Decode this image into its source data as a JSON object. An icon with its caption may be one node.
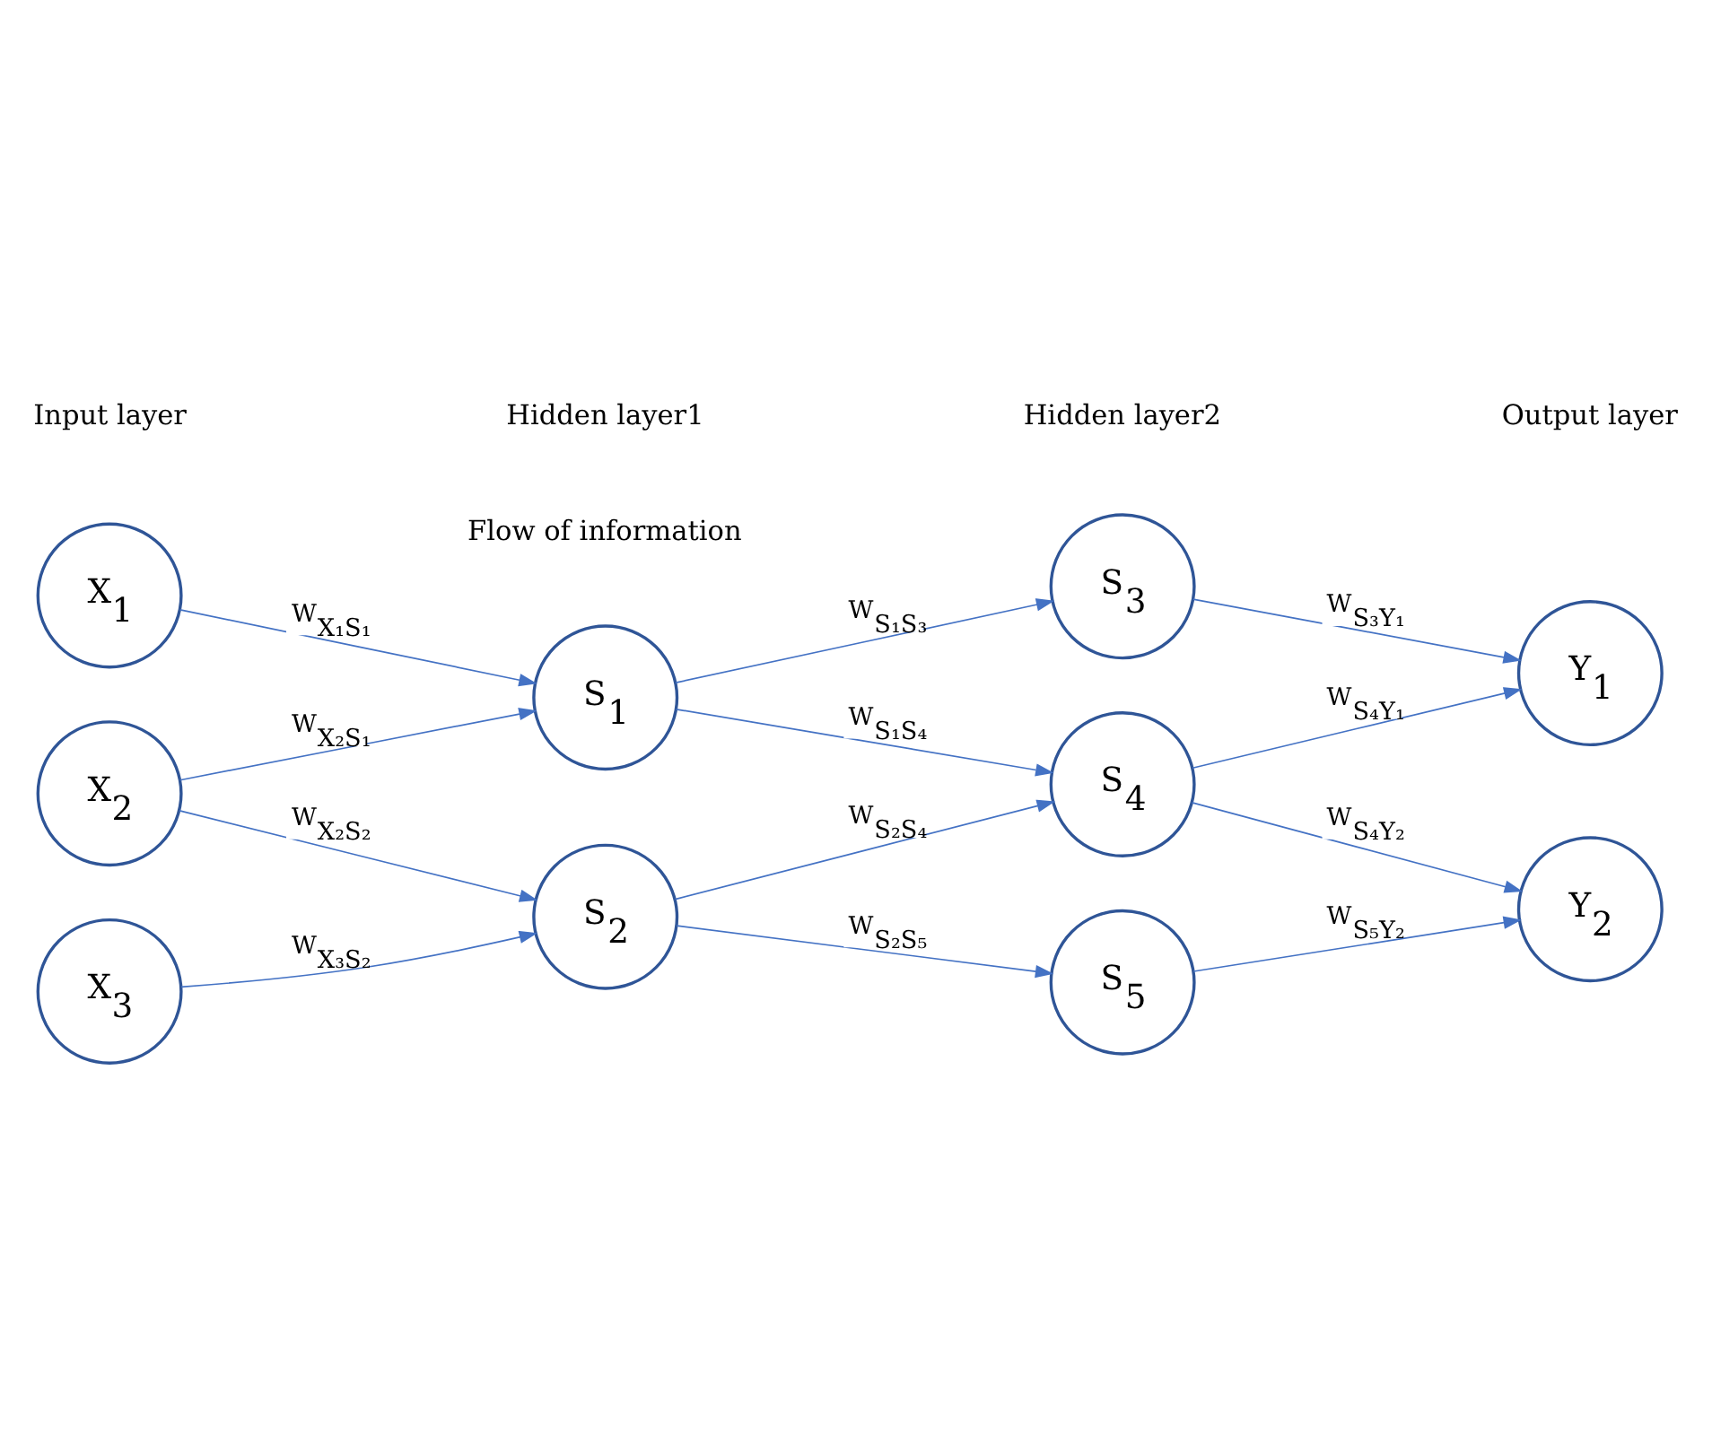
{
  "diagram": {
    "nodes": [
      {
        "text": [
          "X$_{1}$"
        ]
      },
      {
        "text": [
          "X$_{2}$"
        ]
      },
      {
        "text": [
          "X$_{3}$"
        ]
      },
      {
        "text": [
          "S$_{1}$"
        ]
      },
      {
        "text": [
          "S$_{2}$"
        ]
      },
      {
        "text": [
          "S$_{3}$"
        ]
      },
      {
        "text": [
          "S$_{4}$"
        ]
      },
      {
        "text": [
          "S$_{5}$"
        ]
      },
      {
        "text": [
          "Y$_{1}$"
        ]
      },
      {
        "text": [
          "Y$_{2}$"
        ]
      }
    ],
    "edges": [
      {
        "from": 0,
        "to": 3,
        "arrow": "to",
        "label": "W$_{X₁S₁}$"
      },
      {
        "from": 1,
        "to": 3,
        "arrow": "to",
        "label": "W$_{X₂S₁}$"
      },
      {
        "from": 1,
        "to": 4,
        "arrow": "to",
        "label": "W$_{X₂S₂}$"
      },
      {
        "from": 2,
        "to": 4,
        "arrow": "to",
        "label": "W$_{X₃S₂}$"
      },
      {
        "from": 3,
        "to": 5,
        "arrow": "to",
        "label": "W$_{S₁S₃}$"
      },
      {
        "from": 3,
        "to": 6,
        "arrow": "to",
        "label": "W$_{S₁S₄}$"
      },
      {
        "from": 4,
        "to": 6,
        "arrow": "to",
        "label": "W$_{S₂S₄}$"
      },
      {
        "from": 4,
        "to": 7,
        "arrow": "to",
        "label": "W$_{S₂S₅}$"
      },
      {
        "from": 5,
        "to": 8,
        "arrow": "to",
        "label": "W$_{S₃Y₁}$"
      },
      {
        "from": 6,
        "to": 8,
        "arrow": "to",
        "label": "W$_{S₄Y₁}$"
      },
      {
        "from": 6,
        "to": 9,
        "arrow": "to",
        "label": "W$_{S₄Y₂}$"
      },
      {
        "from": 7,
        "to": 9,
        "arrow": "to",
        "label": "W$_{S₅Y₂}$"
      }
    ],
    "labels": [
      "Flow of information",
      "Input layer",
      "Hidden layer1",
      "Hidden layer2",
      "Output layer"
    ]
  }
}
